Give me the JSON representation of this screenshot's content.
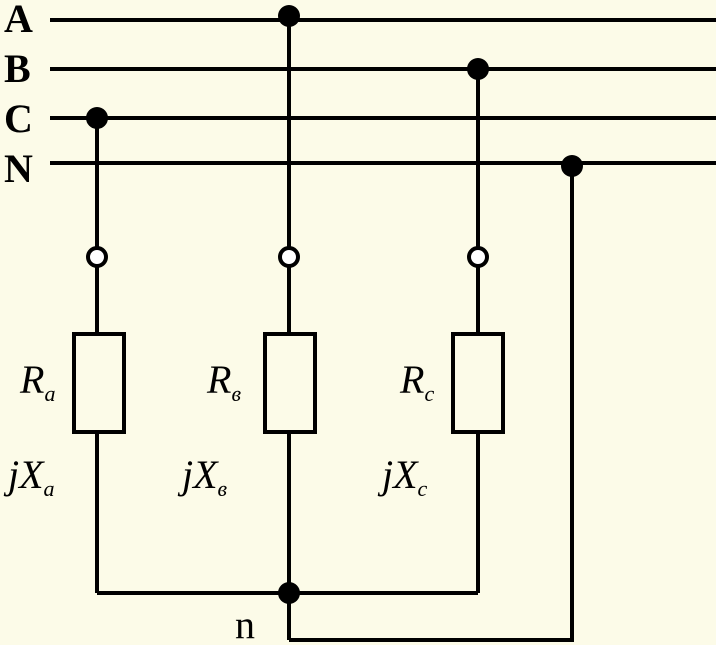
{
  "buses": [
    {
      "id": "A",
      "label": "A"
    },
    {
      "id": "B",
      "label": "B"
    },
    {
      "id": "C",
      "label": "C"
    },
    {
      "id": "N",
      "label": "N"
    }
  ],
  "loads": [
    {
      "id": "a",
      "bus": "C",
      "r_main": "R",
      "r_sub": "a",
      "x_main": "jX",
      "x_sub": "a"
    },
    {
      "id": "b",
      "bus": "A",
      "r_main": "R",
      "r_sub": "в",
      "x_main": "jX",
      "x_sub": "в"
    },
    {
      "id": "c",
      "bus": "B",
      "r_main": "R",
      "r_sub": "c",
      "x_main": "jX",
      "x_sub": "c"
    }
  ],
  "neutral_node": {
    "label": "n"
  },
  "colors": {
    "background": "#fcfbe8",
    "line": "#000000"
  }
}
